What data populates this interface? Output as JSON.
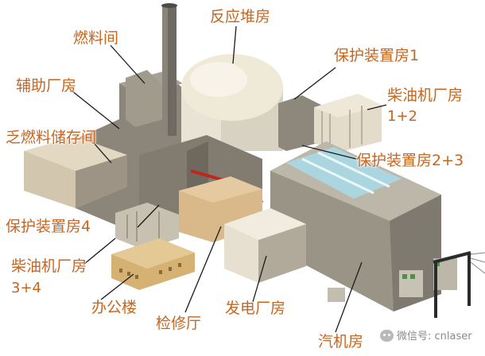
{
  "labels": {
    "reactor_building": "反应堆房",
    "fuel_building": "燃料间",
    "auxiliary_building": "辅助厂房",
    "spent_fuel_storage": "乏燃料储存间",
    "protection_building_1": "保护装置房1",
    "diesel_building_12_line1": "柴油机厂房",
    "diesel_building_12_line2": "1+2",
    "protection_building_23": "保护装置房2+3",
    "protection_building_4": "保护装置房4",
    "diesel_building_34_line1": "柴油机厂房",
    "diesel_building_34_line2": "3+4",
    "office_building": "办公楼",
    "maintenance_hall": "检修厅",
    "generator_building": "发电厂房",
    "turbine_building": "汽机房"
  },
  "watermark": "微信号: cnlaser",
  "colors": {
    "label_text": "#c8651e",
    "leader_line": "#1a1a1a",
    "building_gray": "#8c867a",
    "dome": "#efe9d8",
    "office_tan": "#d6b174",
    "glass_roof": "#a8dcea",
    "red_pipe": "#c0261c"
  }
}
